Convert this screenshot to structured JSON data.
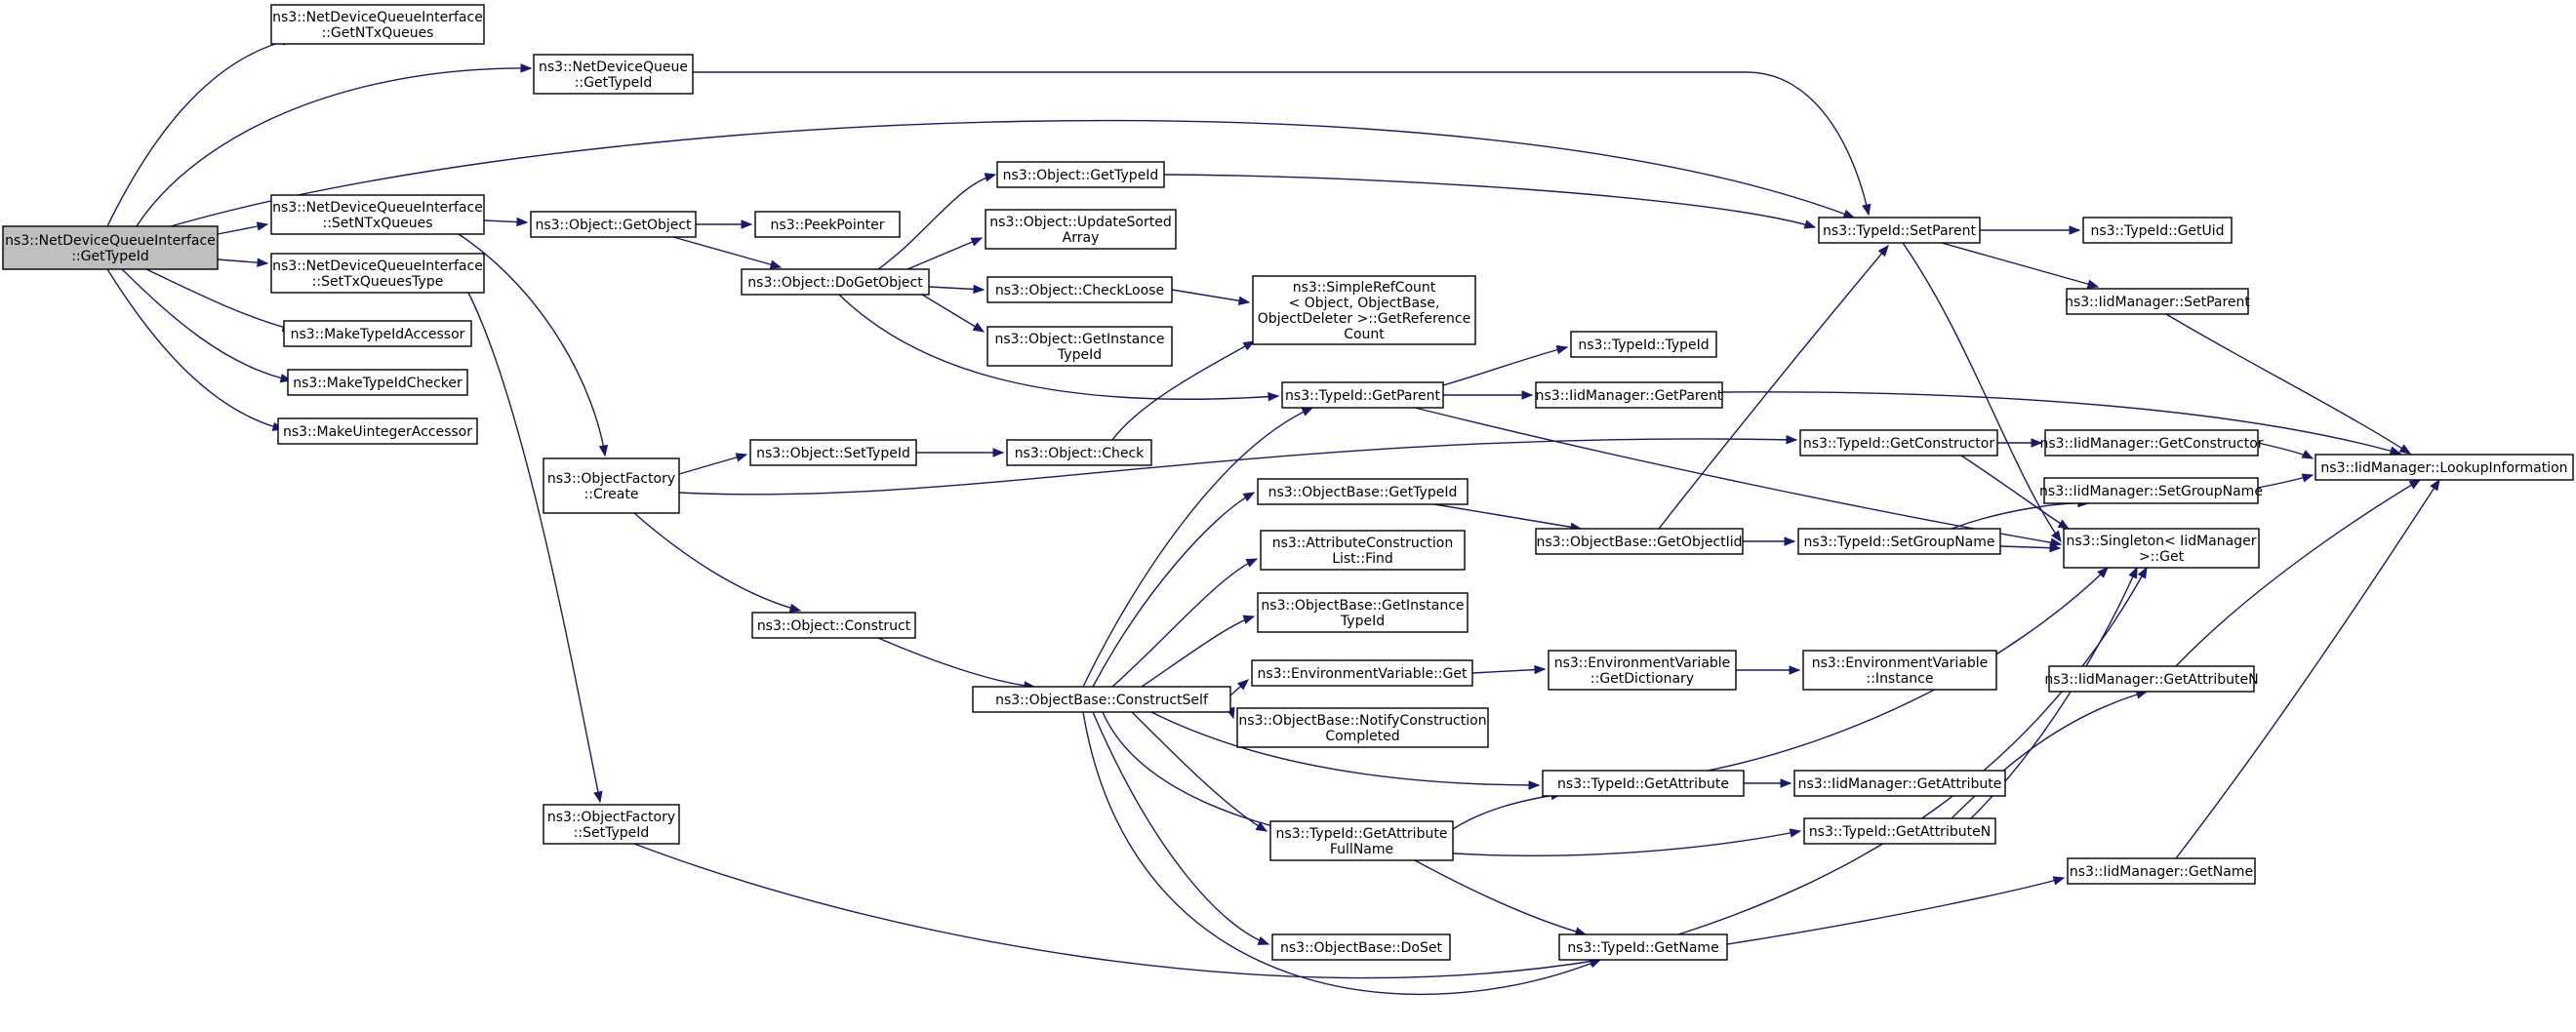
{
  "graph": {
    "nodes": [
      {
        "id": "root",
        "lines": [
          "ns3::NetDeviceQueueInterface",
          "::GetTypeId"
        ],
        "root": true
      },
      {
        "id": "gntq",
        "lines": [
          "ns3::NetDeviceQueueInterface",
          "::GetNTxQueues"
        ]
      },
      {
        "id": "ndqgt",
        "lines": [
          "ns3::NetDeviceQueue",
          "::GetTypeId"
        ]
      },
      {
        "id": "sntq",
        "lines": [
          "ns3::NetDeviceQueueInterface",
          "::SetNTxQueues"
        ]
      },
      {
        "id": "stqt",
        "lines": [
          "ns3::NetDeviceQueueInterface",
          "::SetTxQueuesType"
        ]
      },
      {
        "id": "mtia",
        "lines": [
          "ns3::MakeTypeIdAccessor"
        ]
      },
      {
        "id": "mtic",
        "lines": [
          "ns3::MakeTypeIdChecker"
        ]
      },
      {
        "id": "muia",
        "lines": [
          "ns3::MakeUintegerAccessor"
        ]
      },
      {
        "id": "ogo",
        "lines": [
          "ns3::Object::GetObject"
        ]
      },
      {
        "id": "pp",
        "lines": [
          "ns3::PeekPointer"
        ]
      },
      {
        "id": "odgo",
        "lines": [
          "ns3::Object::DoGetObject"
        ]
      },
      {
        "id": "ogt",
        "lines": [
          "ns3::Object::GetTypeId"
        ]
      },
      {
        "id": "ousa",
        "lines": [
          "ns3::Object::UpdateSorted",
          "Array"
        ]
      },
      {
        "id": "ocl",
        "lines": [
          "ns3::Object::CheckLoose"
        ]
      },
      {
        "id": "ogit",
        "lines": [
          "ns3::Object::GetInstance",
          "TypeId"
        ]
      },
      {
        "id": "src",
        "lines": [
          "ns3::SimpleRefCount",
          "< Object, ObjectBase,",
          " ObjectDeleter >::GetReference",
          "Count"
        ]
      },
      {
        "id": "tsp",
        "lines": [
          "ns3::TypeId::SetParent"
        ]
      },
      {
        "id": "tgu",
        "lines": [
          "ns3::TypeId::GetUid"
        ]
      },
      {
        "id": "imsp",
        "lines": [
          "ns3::IidManager::SetParent"
        ]
      },
      {
        "id": "tti",
        "lines": [
          "ns3::TypeId::TypeId"
        ]
      },
      {
        "id": "tgp",
        "lines": [
          "ns3::TypeId::GetParent"
        ]
      },
      {
        "id": "imgp",
        "lines": [
          "ns3::IidManager::GetParent"
        ]
      },
      {
        "id": "ofc",
        "lines": [
          "ns3::ObjectFactory",
          "::Create"
        ]
      },
      {
        "id": "ost",
        "lines": [
          "ns3::Object::SetTypeId"
        ]
      },
      {
        "id": "och",
        "lines": [
          "ns3::Object::Check"
        ]
      },
      {
        "id": "tgc",
        "lines": [
          "ns3::TypeId::GetConstructor"
        ]
      },
      {
        "id": "imgc",
        "lines": [
          "ns3::IidManager::GetConstructor"
        ]
      },
      {
        "id": "imli",
        "lines": [
          "ns3::IidManager::LookupInformation"
        ]
      },
      {
        "id": "obgt",
        "lines": [
          "ns3::ObjectBase::GetTypeId"
        ]
      },
      {
        "id": "obgoi",
        "lines": [
          "ns3::ObjectBase::GetObjectIid"
        ]
      },
      {
        "id": "tsgn",
        "lines": [
          "ns3::TypeId::SetGroupName"
        ]
      },
      {
        "id": "imsgn",
        "lines": [
          "ns3::IidManager::SetGroupName"
        ]
      },
      {
        "id": "sig",
        "lines": [
          "ns3::Singleton< IidManager",
          " >::Get"
        ]
      },
      {
        "id": "aclf",
        "lines": [
          "ns3::AttributeConstruction",
          "List::Find"
        ]
      },
      {
        "id": "obgit",
        "lines": [
          "ns3::ObjectBase::GetInstance",
          "TypeId"
        ]
      },
      {
        "id": "ocon",
        "lines": [
          "ns3::Object::Construct"
        ]
      },
      {
        "id": "evg",
        "lines": [
          "ns3::EnvironmentVariable::Get"
        ]
      },
      {
        "id": "evgd",
        "lines": [
          "ns3::EnvironmentVariable",
          "::GetDictionary"
        ]
      },
      {
        "id": "evi",
        "lines": [
          "ns3::EnvironmentVariable",
          "::Instance"
        ]
      },
      {
        "id": "imgan",
        "lines": [
          "ns3::IidManager::GetAttributeN"
        ]
      },
      {
        "id": "obcs",
        "lines": [
          "ns3::ObjectBase::ConstructSelf"
        ]
      },
      {
        "id": "obnc",
        "lines": [
          "ns3::ObjectBase::NotifyConstruction",
          "Completed"
        ]
      },
      {
        "id": "tga",
        "lines": [
          "ns3::TypeId::GetAttribute"
        ]
      },
      {
        "id": "imga",
        "lines": [
          "ns3::IidManager::GetAttribute"
        ]
      },
      {
        "id": "ofst",
        "lines": [
          "ns3::ObjectFactory",
          "::SetTypeId"
        ]
      },
      {
        "id": "tgafn",
        "lines": [
          "ns3::TypeId::GetAttribute",
          "FullName"
        ]
      },
      {
        "id": "tgan",
        "lines": [
          "ns3::TypeId::GetAttributeN"
        ]
      },
      {
        "id": "imgn",
        "lines": [
          "ns3::IidManager::GetName"
        ]
      },
      {
        "id": "obds",
        "lines": [
          "ns3::ObjectBase::DoSet"
        ]
      },
      {
        "id": "tgn",
        "lines": [
          "ns3::TypeId::GetName"
        ]
      }
    ]
  }
}
